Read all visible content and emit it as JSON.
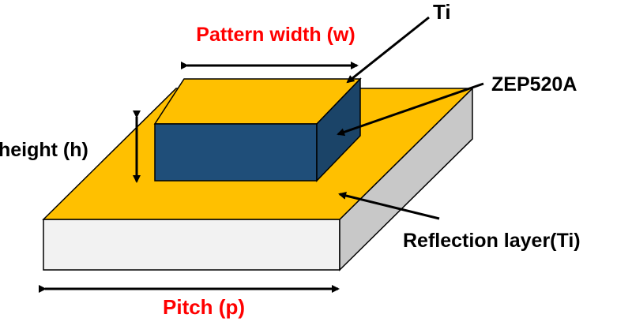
{
  "labels": {
    "ti": "Ti",
    "pattern_width": "Pattern width (w)",
    "zep520a": "ZEP520A",
    "height": "height (h)",
    "reflection_layer": "Reflection layer(Ti)",
    "pitch": "Pitch (p)"
  },
  "colors": {
    "gold_layer": "#FFC000",
    "block_front": "#1F4E79",
    "block_side": "#1B4468",
    "substrate_front": "#F2F2F2",
    "substrate_side": "#C8C8C8",
    "accent_red": "#FF0000",
    "text": "#000000"
  }
}
